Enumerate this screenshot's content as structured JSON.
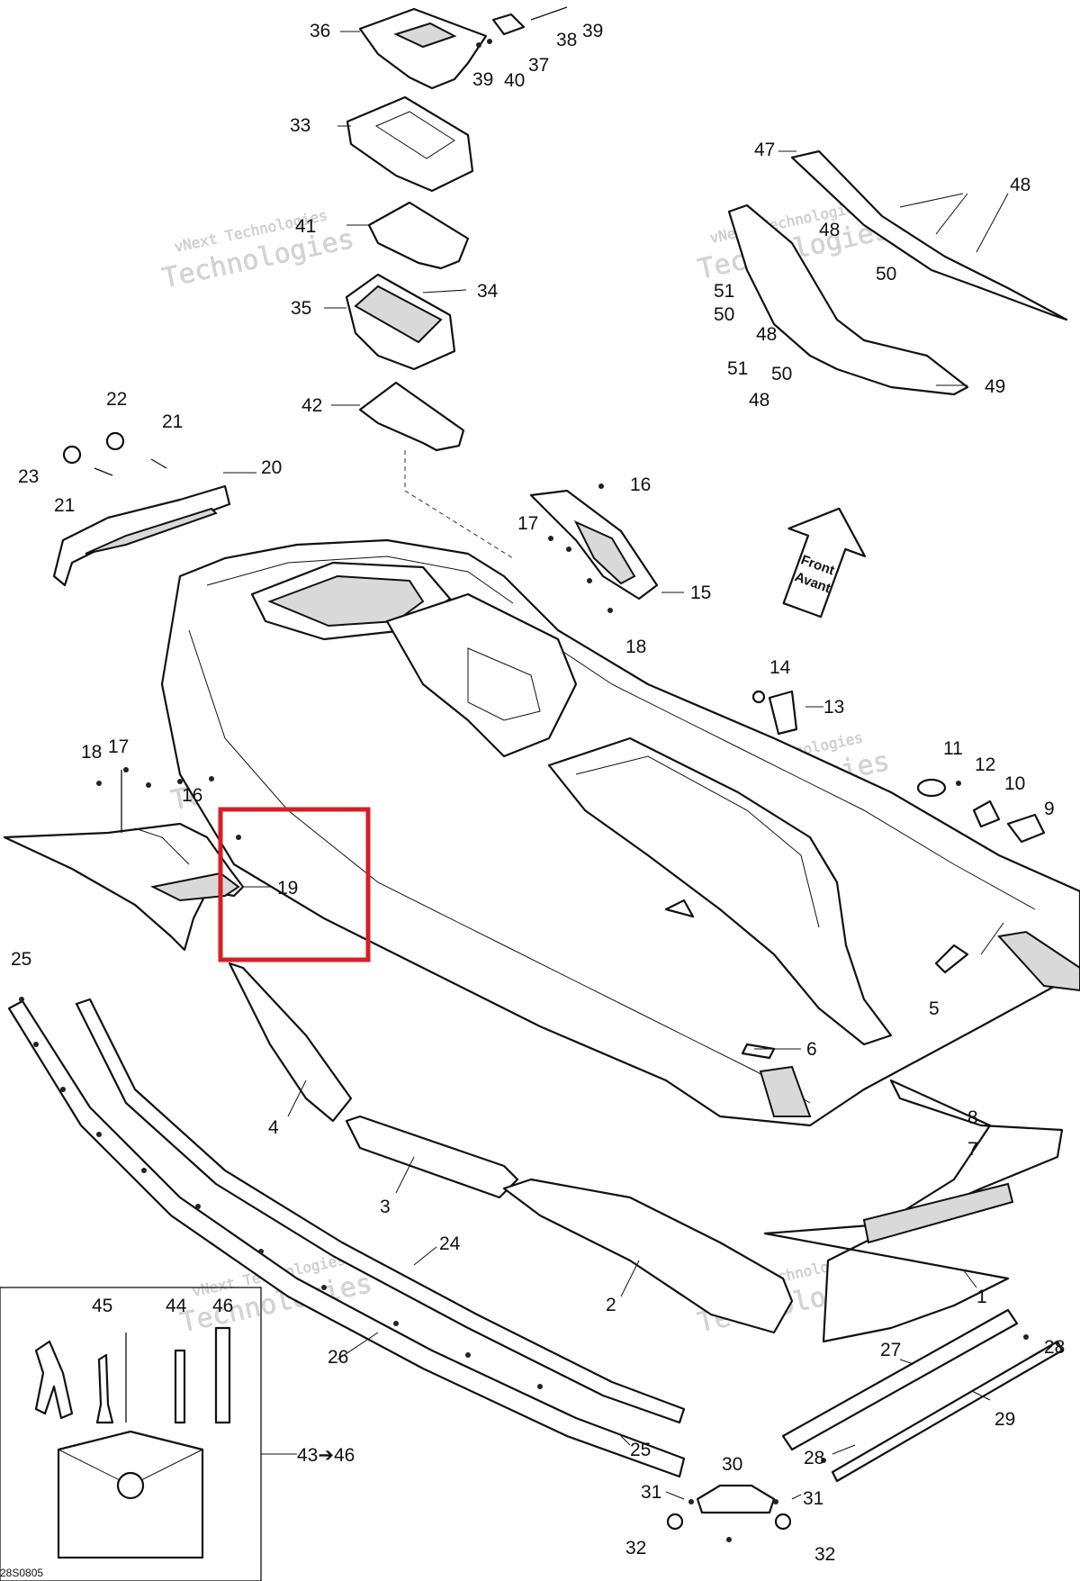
{
  "diagram": {
    "reference_code": "28S0805",
    "front_arrow": {
      "line1": "Front",
      "line2": "Avant"
    },
    "tool_kit_label": "43➔46",
    "watermark": {
      "line1": "vNext Technologies",
      "line2": "vNext",
      "line3": "Technologies"
    },
    "highlight": {
      "color": "#d61f26",
      "target": "19"
    },
    "callouts": [
      {
        "id": "c36",
        "label": "36"
      },
      {
        "id": "c39a",
        "label": "39"
      },
      {
        "id": "c38",
        "label": "38"
      },
      {
        "id": "c39b",
        "label": "39"
      },
      {
        "id": "c40",
        "label": "40"
      },
      {
        "id": "c37",
        "label": "37"
      },
      {
        "id": "c33",
        "label": "33"
      },
      {
        "id": "c41",
        "label": "41"
      },
      {
        "id": "c35",
        "label": "35"
      },
      {
        "id": "c34",
        "label": "34"
      },
      {
        "id": "c42",
        "label": "42"
      },
      {
        "id": "c47",
        "label": "47"
      },
      {
        "id": "c48a",
        "label": "48"
      },
      {
        "id": "c48b",
        "label": "48"
      },
      {
        "id": "c50a",
        "label": "50"
      },
      {
        "id": "c51a",
        "label": "51"
      },
      {
        "id": "c50b",
        "label": "50"
      },
      {
        "id": "c48c",
        "label": "48"
      },
      {
        "id": "c51b",
        "label": "51"
      },
      {
        "id": "c50c",
        "label": "50"
      },
      {
        "id": "c49",
        "label": "49"
      },
      {
        "id": "c48d",
        "label": "48"
      },
      {
        "id": "c22",
        "label": "22"
      },
      {
        "id": "c21a",
        "label": "21"
      },
      {
        "id": "c23",
        "label": "23"
      },
      {
        "id": "c21b",
        "label": "21"
      },
      {
        "id": "c20",
        "label": "20"
      },
      {
        "id": "c16a",
        "label": "16"
      },
      {
        "id": "c17a",
        "label": "17"
      },
      {
        "id": "c15",
        "label": "15"
      },
      {
        "id": "c18a",
        "label": "18"
      },
      {
        "id": "c14",
        "label": "14"
      },
      {
        "id": "c13",
        "label": "13"
      },
      {
        "id": "c18b",
        "label": "18"
      },
      {
        "id": "c17b",
        "label": "17"
      },
      {
        "id": "c16b",
        "label": "16"
      },
      {
        "id": "c11",
        "label": "11"
      },
      {
        "id": "c12",
        "label": "12"
      },
      {
        "id": "c10",
        "label": "10"
      },
      {
        "id": "c9",
        "label": "9"
      },
      {
        "id": "c19",
        "label": "19"
      },
      {
        "id": "c25a",
        "label": "25"
      },
      {
        "id": "c5",
        "label": "5"
      },
      {
        "id": "c6",
        "label": "6"
      },
      {
        "id": "c4",
        "label": "4"
      },
      {
        "id": "c8",
        "label": "8"
      },
      {
        "id": "c7",
        "label": "7"
      },
      {
        "id": "c3",
        "label": "3"
      },
      {
        "id": "c24",
        "label": "24"
      },
      {
        "id": "c1",
        "label": "1"
      },
      {
        "id": "c2",
        "label": "2"
      },
      {
        "id": "c45",
        "label": "45"
      },
      {
        "id": "c44",
        "label": "44"
      },
      {
        "id": "c46",
        "label": "46"
      },
      {
        "id": "c28a",
        "label": "28"
      },
      {
        "id": "c26",
        "label": "26"
      },
      {
        "id": "c27",
        "label": "27"
      },
      {
        "id": "c29",
        "label": "29"
      },
      {
        "id": "c28b",
        "label": "28"
      },
      {
        "id": "c25b",
        "label": "25"
      },
      {
        "id": "c30",
        "label": "30"
      },
      {
        "id": "c31a",
        "label": "31"
      },
      {
        "id": "c31b",
        "label": "31"
      },
      {
        "id": "c32a",
        "label": "32"
      },
      {
        "id": "c32b",
        "label": "32"
      }
    ]
  }
}
